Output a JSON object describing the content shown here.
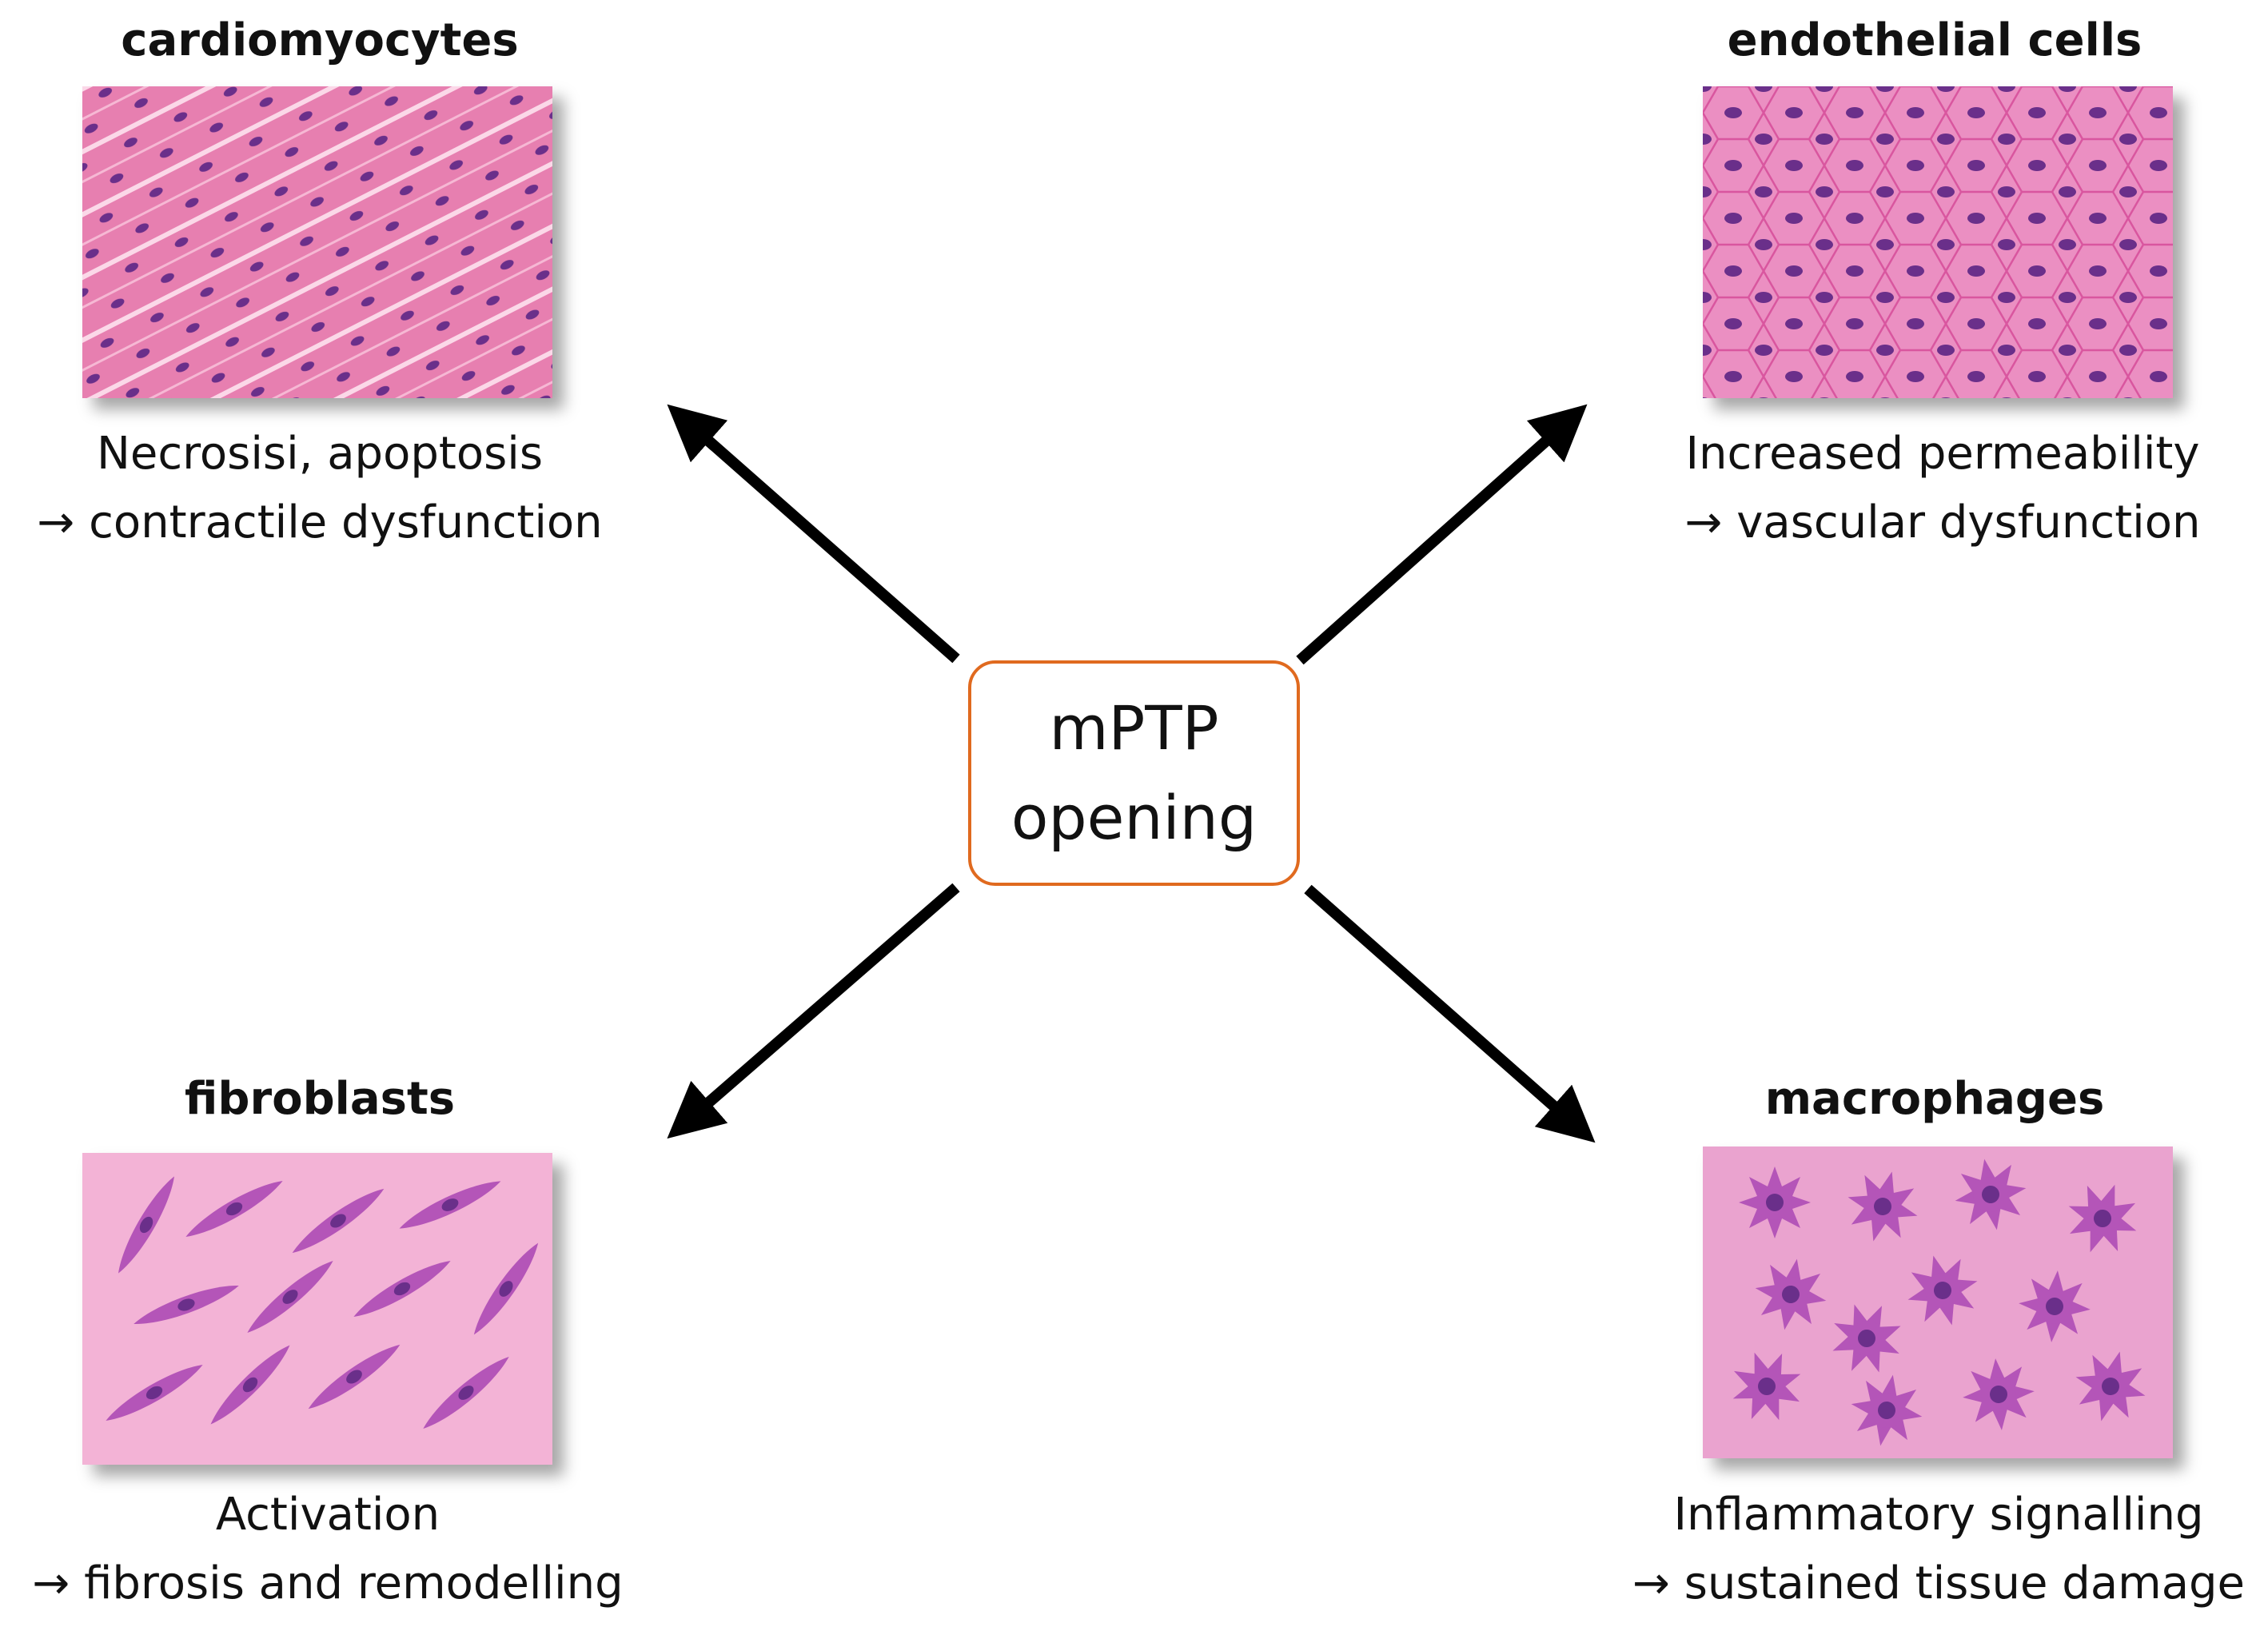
{
  "center": {
    "line1": "mPTP",
    "line2": "opening",
    "border_color": "#e06a1f"
  },
  "cells": {
    "cardiomyocytes": {
      "title": "cardiomyocytes",
      "effect": "Necrosisi, apoptosis",
      "outcome": "→ contractile dysfunction"
    },
    "endothelial": {
      "title": "endothelial cells",
      "effect": "Increased permeability",
      "outcome": "→ vascular dysfunction"
    },
    "fibroblasts": {
      "title": "fibroblasts",
      "effect": "Activation",
      "outcome": "→ fibrosis and remodelling"
    },
    "macrophages": {
      "title": "macrophages",
      "effect": "Inflammatory signalling",
      "outcome": "→ sustained tissue damage"
    }
  },
  "colors": {
    "tissue_pink": "#e77fb0",
    "tissue_light": "#f3b3d6",
    "nucleus": "#6a2f8a",
    "arrow": "#000000"
  }
}
